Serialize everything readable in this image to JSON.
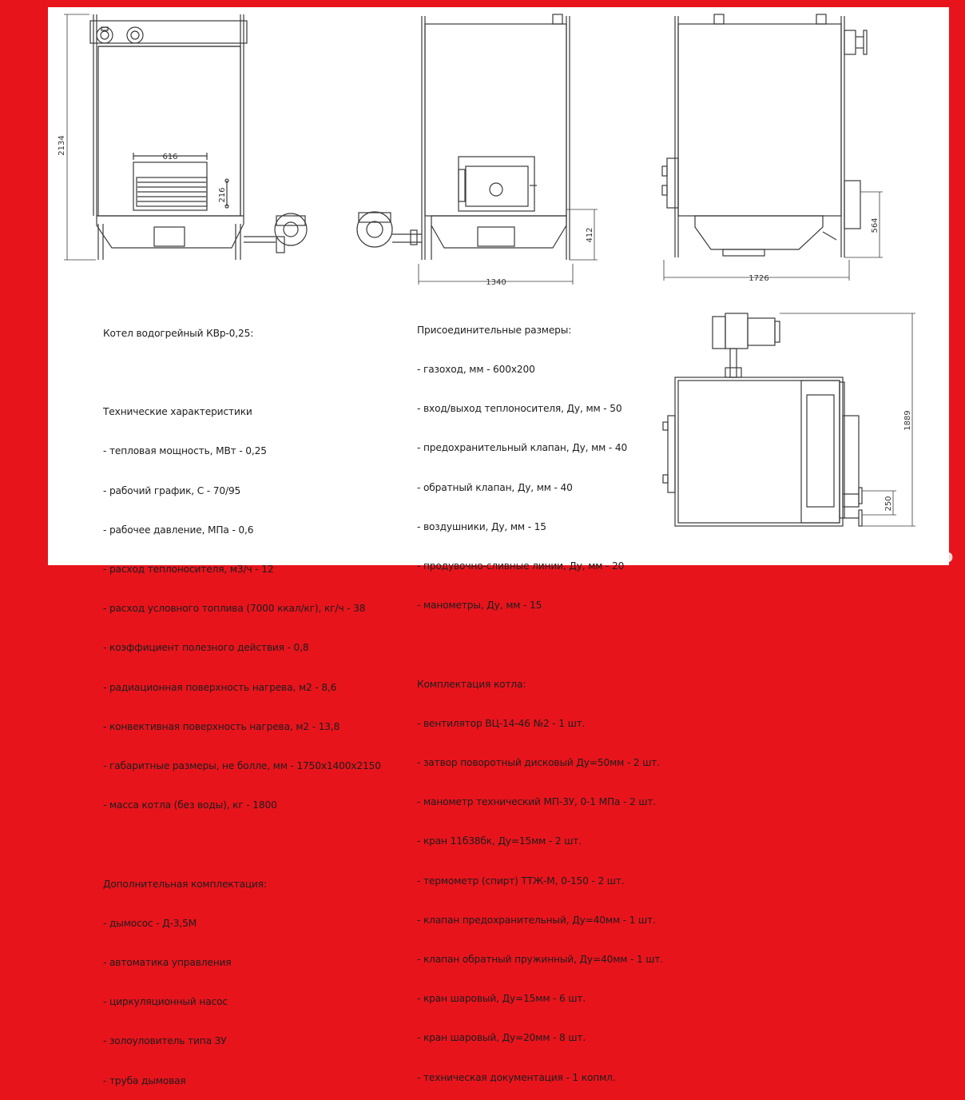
{
  "dimensions": {
    "front_height": "2134",
    "door_width": "616",
    "door_height": "216",
    "side_width": "1340",
    "flue_height": "412",
    "back_width": "1726",
    "back_flue_height": "564",
    "plan_length": "1889",
    "plan_pipe": "250"
  },
  "left_block": {
    "title": "Котел водогрейный КВр-0,25:",
    "specs_heading": "Технические характеристики",
    "specs": [
      "- тепловая мощность, МВт - 0,25",
      "- рабочий график, С - 70/95",
      "- рабочее давление, МПа - 0,6",
      "- расход теплоносителя, м3/ч - 12",
      "- расход условного топлива (7000 ккал/кг), кг/ч - 38",
      "- коэффициент полезного действия - 0,8",
      "- радиационная поверхность нагрева, м2 - 8,6",
      "- конвективная поверхность нагрева, м2 - 13,8",
      "- габаритные размеры, не болле, мм - 1750х1400х2150",
      "- масса котла (без воды), кг - 1800"
    ],
    "extra_heading": "Дополнительная комплектация:",
    "extra": [
      "- дымосос - Д-3,5М",
      "- автоматика управления",
      "- циркуляционный насос",
      "- золоуловитель типа ЗУ",
      "- труба дымовая"
    ]
  },
  "right_block": {
    "conn_heading": "Присоединительные размеры:",
    "conn": [
      "- газоход, мм - 600х200",
      "- вход/выход теплоносителя, Ду, мм - 50",
      "- предохранительный клапан, Ду, мм - 40",
      "- обратный клапан, Ду, мм - 40",
      "- воздушники, Ду, мм - 15",
      "- продувочно-сливные линии, Ду, мм - 20",
      "- манометры, Ду, мм - 15"
    ],
    "kit_heading": "Комплектация котла:",
    "kit": [
      "- вентилятор ВЦ-14-46 №2 - 1 шт.",
      "- затвор поворотный дисковый Ду=50мм - 2 шт.",
      "- манометр технический МП-3У, 0-1 МПа - 2 шт.",
      "- кран 11б38бк, Ду=15мм - 2 шт.",
      "- термометр (спирт) ТТЖ-М, 0-150 - 2 шт.",
      "- клапан предохранительный, Ду=40мм - 1 шт.",
      "- клапан обратный пружинный, Ду=40мм - 1 шт.",
      "- кран шаровый, Ду=15мм - 6 шт.",
      "- кран шаровый, Ду=20мм - 8 шт.",
      "- техническая документация - 1 копмл."
    ]
  },
  "watermark": "Avito",
  "colors": {
    "frame": "#e8141c",
    "line": "#3a3a3a",
    "panel": "#ffffff"
  }
}
